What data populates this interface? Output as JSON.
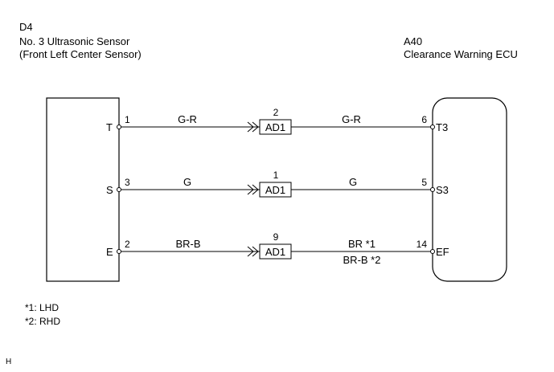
{
  "left_component": {
    "code": "D4",
    "name": "No. 3 Ultrasonic Sensor",
    "subname": "(Front Left Center Sensor)"
  },
  "right_component": {
    "code": "A40",
    "name": "Clearance Warning ECU"
  },
  "circuits": [
    {
      "left_terminal": "T",
      "left_pin": "1",
      "left_wire": "G-R",
      "connector_pin": "2",
      "connector": "AD1",
      "right_wire": "G-R",
      "right_wire_alt": "",
      "right_pin": "6",
      "right_terminal": "T3"
    },
    {
      "left_terminal": "S",
      "left_pin": "3",
      "left_wire": "G",
      "connector_pin": "1",
      "connector": "AD1",
      "right_wire": "G",
      "right_wire_alt": "",
      "right_pin": "5",
      "right_terminal": "S3"
    },
    {
      "left_terminal": "E",
      "left_pin": "2",
      "left_wire": "BR-B",
      "connector_pin": "9",
      "connector": "AD1",
      "right_wire": "BR *1",
      "right_wire_alt": "BR-B *2",
      "right_pin": "14",
      "right_terminal": "EF"
    }
  ],
  "notes": [
    "*1: LHD",
    "*2: RHD"
  ],
  "corner_mark": "H"
}
